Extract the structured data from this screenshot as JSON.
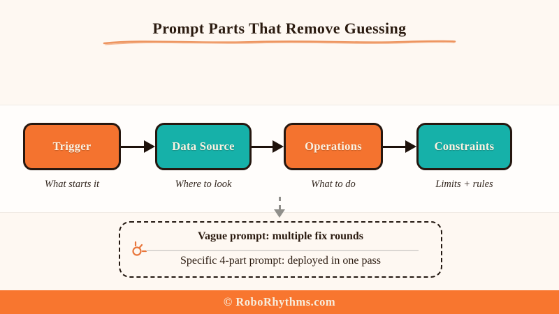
{
  "page": {
    "title": "Prompt Parts That Remove Guessing",
    "background": "#FEF8F2"
  },
  "flow": {
    "steps": [
      {
        "label": "Trigger",
        "caption": "What starts it",
        "fill": "#F4732F"
      },
      {
        "label": "Data Source",
        "caption": "Where to look",
        "fill": "#16B1A9"
      },
      {
        "label": "Operations",
        "caption": "What to do",
        "fill": "#F4732F"
      },
      {
        "label": "Constraints",
        "caption": "Limits + rules",
        "fill": "#16B1A9"
      }
    ]
  },
  "callout": {
    "heading": "Vague prompt: multiple fix rounds",
    "body": "Specific 4-part prompt: deployed in one pass"
  },
  "footer": {
    "text": "© RoboRhythms.com",
    "background": "#F8762F"
  },
  "icons": {
    "spark": "spark-icon",
    "flow_arrow": "arrow-right-icon",
    "down_arrow": "dashed-arrow-down-icon"
  },
  "colors": {
    "accent_orange": "#F4732F",
    "accent_teal": "#16B1A9",
    "box_border": "#26170F",
    "title_text": "#2B1B10",
    "box_text": "#FBF2E2",
    "underline_swoosh": "#ED9560",
    "footer_text": "#F7EDDC",
    "arrow_dark": "#1E120B",
    "dashed_arrow_gray": "#908F8B"
  }
}
